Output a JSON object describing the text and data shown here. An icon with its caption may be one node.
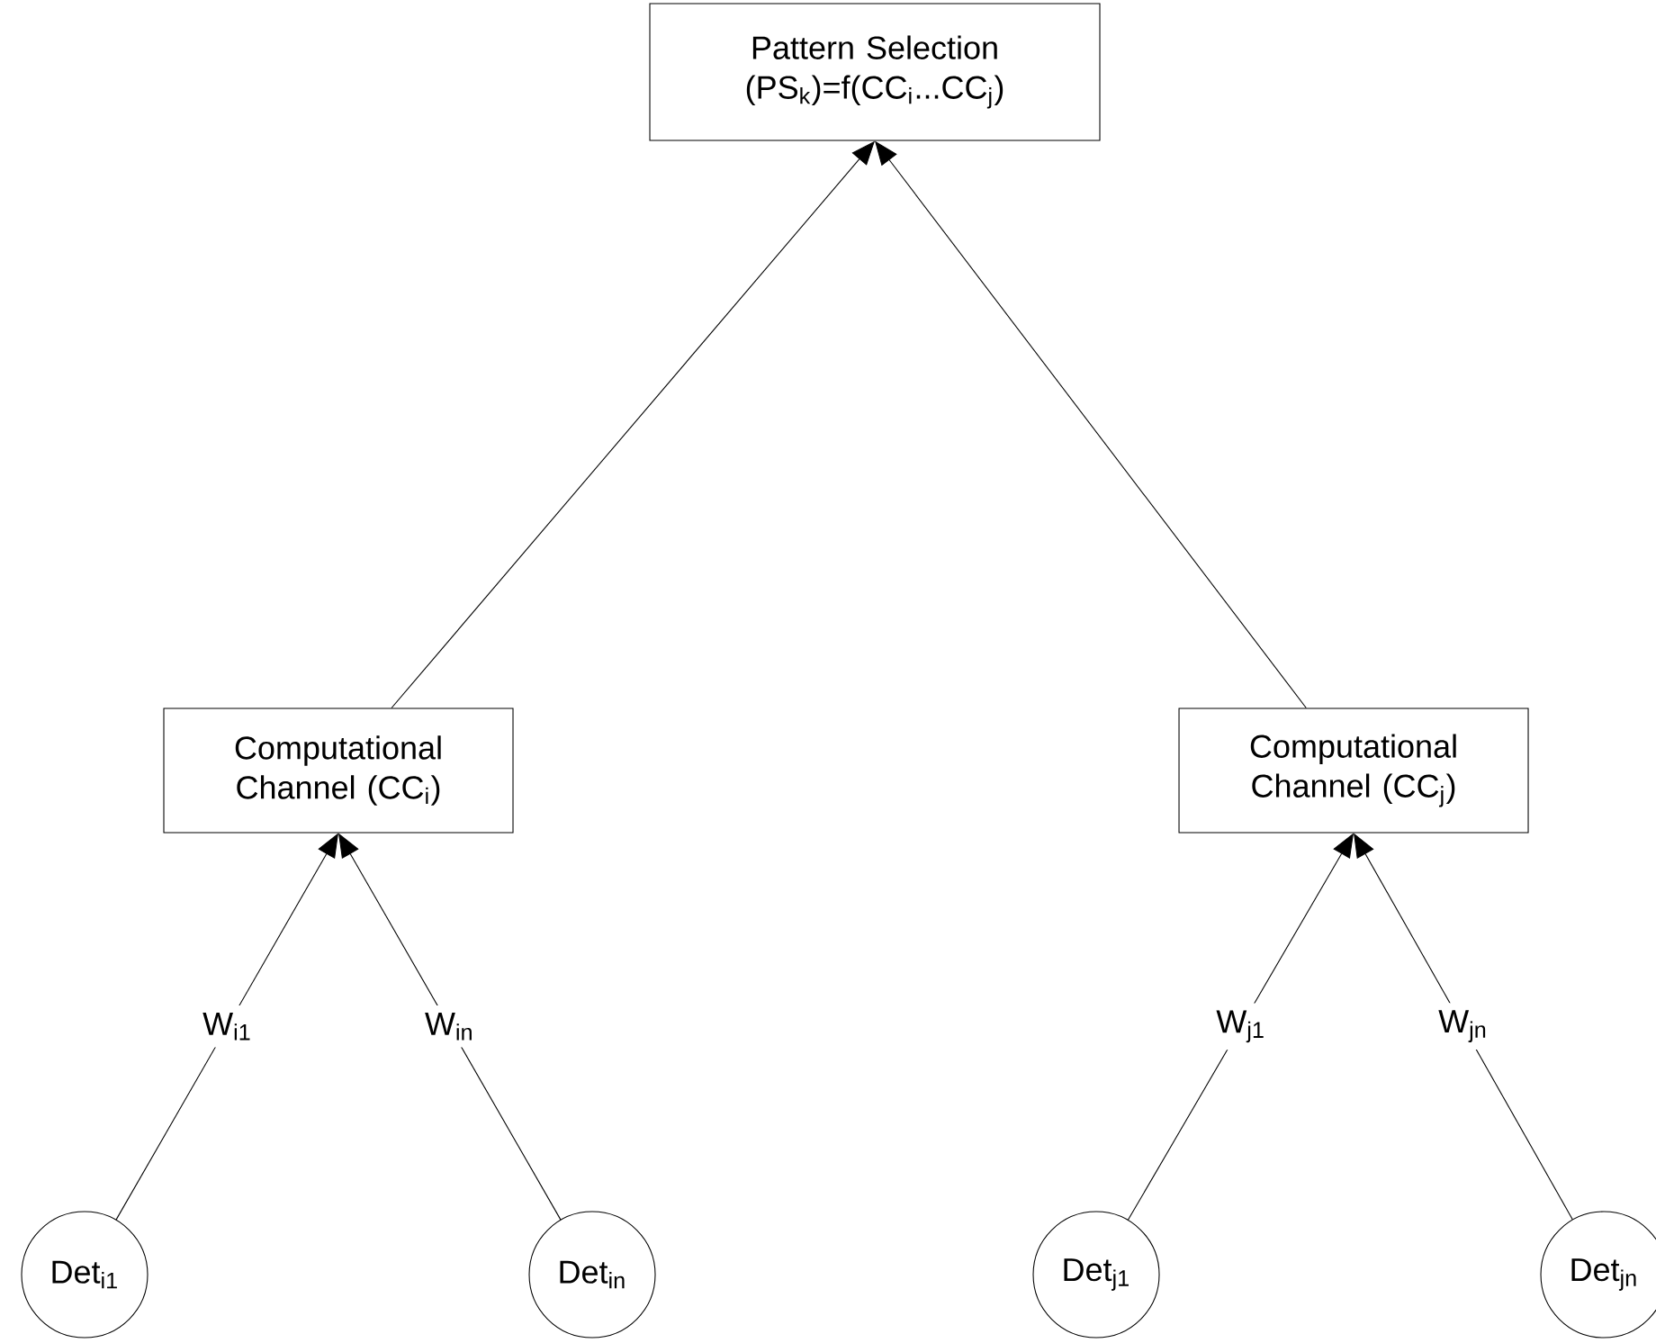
{
  "diagram": {
    "nodes": [
      {
        "text": [
          "Pattern Selection (PS$_{k}$)=f(CC$_{i}$...CC$_{j}$)"
        ]
      },
      {
        "text": [
          "Computational Channel (CC$_{i}$)"
        ]
      },
      {
        "text": [
          "Computational Channel (CC$_{j}$)"
        ]
      },
      {
        "text": [
          "Det$_{i1}$"
        ]
      },
      {
        "text": [
          "Det$_{in}$"
        ]
      },
      {
        "text": [
          "Det$_{j1}$"
        ]
      },
      {
        "text": [
          "Det$_{jn}$"
        ]
      }
    ],
    "edges": [
      {
        "from": 1,
        "to": 0,
        "arrow": "to"
      },
      {
        "from": 2,
        "to": 0,
        "arrow": "to"
      },
      {
        "from": 3,
        "to": 1,
        "arrow": "to",
        "label": "W$_{i1}$"
      },
      {
        "from": 4,
        "to": 1,
        "arrow": "to",
        "label": "W$_{in}$"
      },
      {
        "from": 5,
        "to": 2,
        "arrow": "to",
        "label": "W$_{j1}$"
      },
      {
        "from": 6,
        "to": 2,
        "arrow": "to",
        "label": "W$_{jn}$"
      }
    ]
  }
}
